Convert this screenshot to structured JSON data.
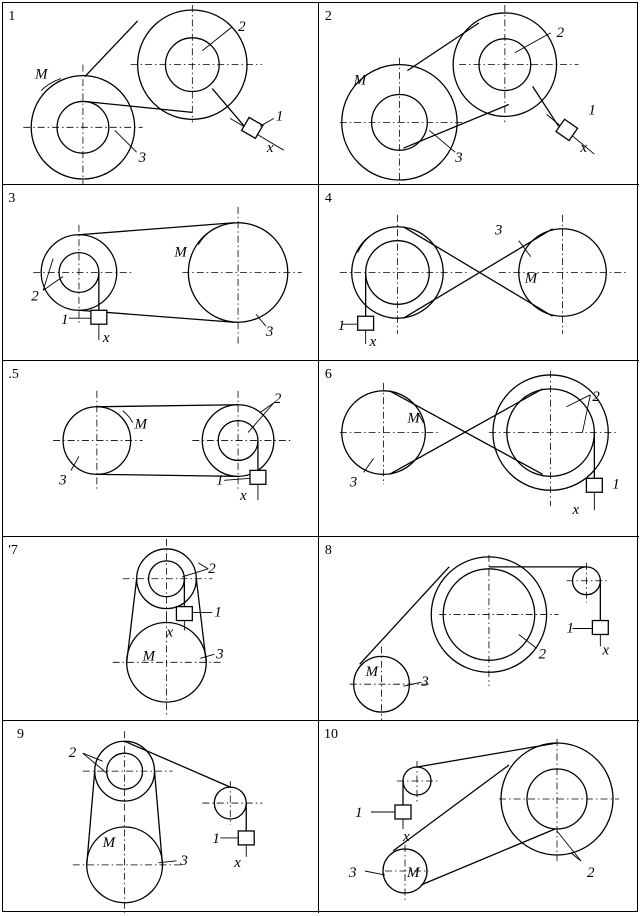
{
  "panels": [
    {
      "number": "1",
      "labels": {
        "M": "M",
        "pulley": "2",
        "weight": "1",
        "drum": "3",
        "x": "x"
      }
    },
    {
      "number": "2",
      "labels": {
        "M": "M",
        "pulley": "2",
        "weight": "1",
        "drum": "3",
        "x": "x"
      }
    },
    {
      "number": "3",
      "labels": {
        "M": "M",
        "pulley": "2",
        "weight": "1",
        "drum": "3",
        "x": "x"
      }
    },
    {
      "number": "4",
      "labels": {
        "M": "M",
        "pulley": "3",
        "weight": "1",
        "x": "x"
      }
    },
    {
      "number": ".5",
      "labels": {
        "M": "M",
        "pulley": "2",
        "weight": "1",
        "drum": "3",
        "x": "x"
      }
    },
    {
      "number": "6",
      "labels": {
        "M": "M",
        "pulley": "2",
        "weight": "1",
        "drum": "3",
        "x": "x"
      }
    },
    {
      "number": "'7",
      "labels": {
        "M": "M",
        "pulley": "2",
        "weight": "1",
        "drum": "3",
        "x": "x"
      }
    },
    {
      "number": "8",
      "labels": {
        "M": "M",
        "pulley": "2",
        "weight": "1",
        "drum": "3",
        "x": "x"
      }
    },
    {
      "number": "9",
      "labels": {
        "M": "M",
        "pulley": "2",
        "weight": "1",
        "drum": "3",
        "x": "x"
      }
    },
    {
      "number": "10",
      "labels": {
        "M": "M",
        "pulley": "2",
        "weight": "1",
        "drum": "3",
        "x": "x"
      }
    }
  ]
}
